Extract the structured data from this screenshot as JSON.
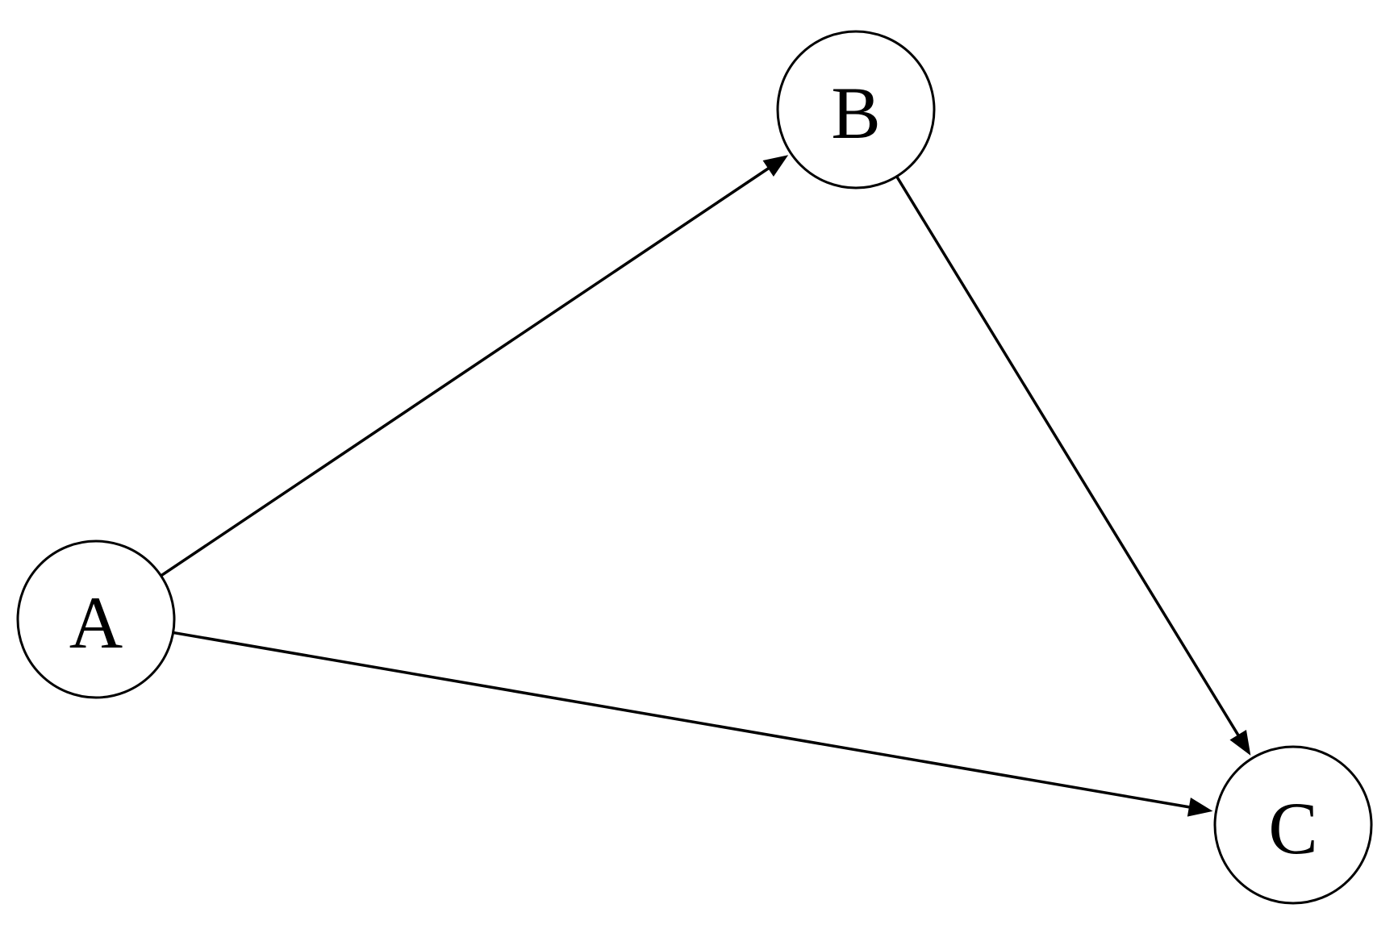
{
  "diagram": {
    "type": "directed-graph",
    "colors": {
      "stroke": "#000000",
      "node_fill": "#ffffff",
      "background": "#ffffff"
    },
    "nodes": [
      {
        "id": "A",
        "label": "A"
      },
      {
        "id": "B",
        "label": "B"
      },
      {
        "id": "C",
        "label": "C"
      }
    ],
    "edges": [
      {
        "from": "A",
        "to": "B"
      },
      {
        "from": "B",
        "to": "C"
      },
      {
        "from": "A",
        "to": "C"
      }
    ]
  }
}
